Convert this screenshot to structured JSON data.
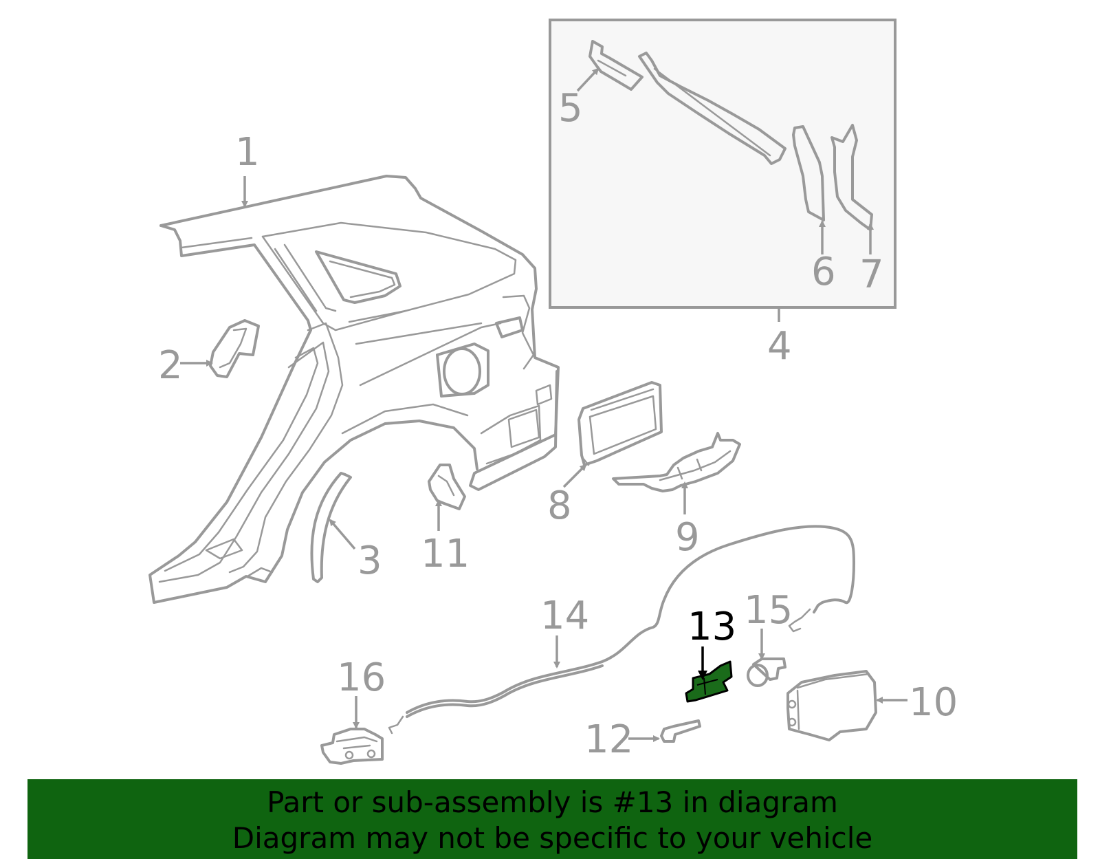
{
  "callouts": {
    "c1": "1",
    "c2": "2",
    "c3": "3",
    "c4": "4",
    "c5": "5",
    "c6": "6",
    "c7": "7",
    "c8": "8",
    "c9": "9",
    "c10": "10",
    "c11": "11",
    "c12": "12",
    "c13": "13",
    "c14": "14",
    "c15": "15",
    "c16": "16"
  },
  "highlight": {
    "part": "13",
    "color": "#1a6b1a"
  },
  "banner": {
    "line1": "Part or sub-assembly is #13 in diagram",
    "line2": "Diagram may not be specific to your vehicle",
    "color": "#0f6410"
  },
  "colors": {
    "line": "#999999",
    "inset_bg": "#f7f7f7"
  }
}
